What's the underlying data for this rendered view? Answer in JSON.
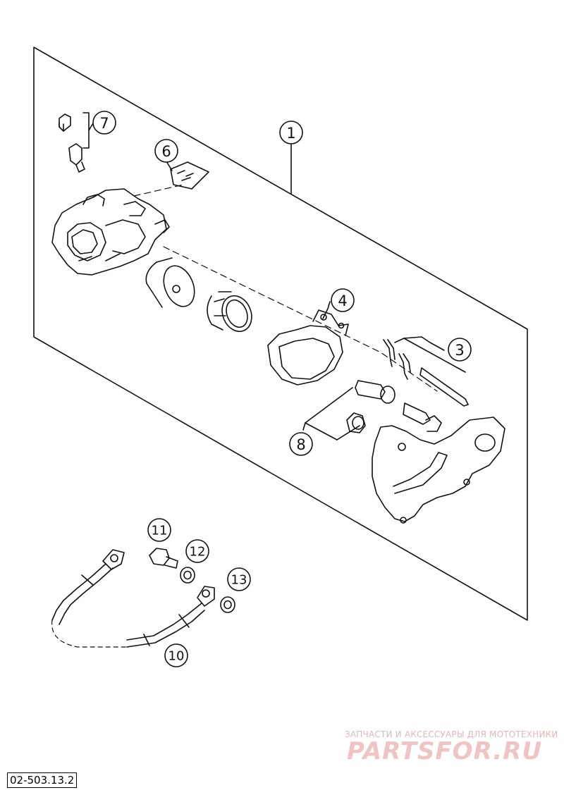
{
  "callouts": [
    "1",
    "3",
    "4",
    "6",
    "7",
    "8",
    "10",
    "11",
    "12",
    "13"
  ],
  "watermark": {
    "small": "ЗАПЧАСТИ И АКСЕССУАРЫ ДЛЯ МОТОТЕХНИКИ",
    "big": "PARTSFOR.RU"
  },
  "reference_code": "02-503.13.2",
  "colors": {
    "line": "#111111",
    "watermark": "#f0c4c4"
  }
}
